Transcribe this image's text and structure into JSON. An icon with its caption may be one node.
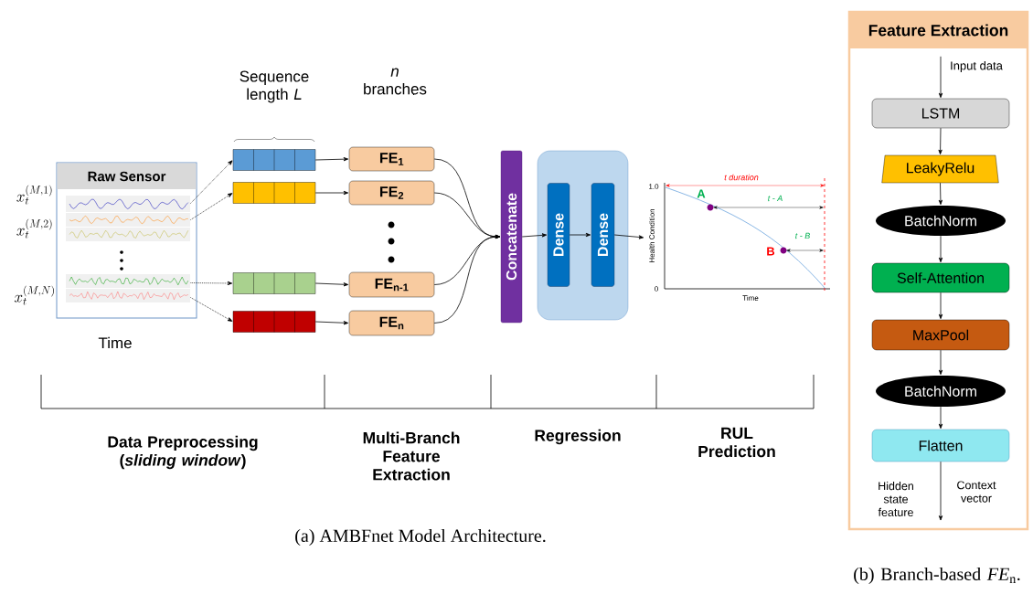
{
  "diagram": {
    "nodes": [
      {
        "text": [
          "Raw Sensor"
        ],
        "beside": [
          "x_t^{(M,1)}",
          "x_t^{(M,2)}",
          "x_t^{(M,N)}",
          "Time"
        ]
      },
      {
        "text": [],
        "shape": "bar"
      },
      {
        "text": [],
        "shape": "bar"
      },
      {
        "text": [],
        "shape": "bar"
      },
      {
        "text": [],
        "shape": "bar"
      },
      {
        "text": [
          "FE$_{1}$"
        ]
      },
      {
        "text": [
          "FE$_{2}$"
        ]
      },
      {
        "text": [
          "FE$_{n-1}$"
        ]
      },
      {
        "text": [
          "FE$_{n}$"
        ]
      },
      {
        "text": [
          "Concatenate"
        ]
      },
      {
        "text": [],
        "shape": "box"
      },
      {
        "text": [
          "Dense"
        ],
        "in": 10
      },
      {
        "text": [
          "Dense"
        ],
        "in": 10
      },
      {
        "text": [],
        "shape": "picture"
      },
      {
        "text": [
          "Feature Extraction"
        ]
      },
      {
        "text": [
          "LSTM"
        ],
        "in": 14
      },
      {
        "text": [
          "LeakyRelu"
        ],
        "in": 14
      },
      {
        "text": [
          "BatchNorm"
        ],
        "in": 14
      },
      {
        "text": [
          "Self-Attention"
        ],
        "in": 14
      },
      {
        "text": [
          "MaxPool"
        ],
        "in": 14
      },
      {
        "text": [
          "BatchNorm"
        ],
        "in": 14
      },
      {
        "text": [
          "Flatten"
        ],
        "in": 14
      }
    ],
    "edges": [
      {
        "from": 0,
        "to": 1,
        "arrow": "to",
        "style": "dashed"
      },
      {
        "from": 0,
        "to": 2,
        "arrow": "to",
        "style": "dashed"
      },
      {
        "from": 0,
        "to": 3,
        "arrow": "to",
        "style": "dashed"
      },
      {
        "from": 0,
        "to": 4,
        "arrow": "to",
        "style": "dashed"
      },
      {
        "from": 1,
        "to": 5,
        "arrow": "to"
      },
      {
        "from": 2,
        "to": 6,
        "arrow": "to"
      },
      {
        "from": 3,
        "to": 7,
        "arrow": "to"
      },
      {
        "from": 4,
        "to": 8,
        "arrow": "to"
      },
      {
        "from": 5,
        "to": 9,
        "arrow": "to"
      },
      {
        "from": 6,
        "to": 9,
        "arrow": "to"
      },
      {
        "from": 7,
        "to": 9,
        "arrow": "to"
      },
      {
        "from": 8,
        "to": 9,
        "arrow": "to"
      },
      {
        "from": 9,
        "to": 11,
        "arrow": "to"
      },
      {
        "from": 11,
        "to": 12,
        "arrow": "to"
      },
      {
        "from": 12,
        "to": 13,
        "arrow": "to"
      },
      {
        "from": null,
        "to": 15,
        "arrow": "to",
        "label": "Input data"
      },
      {
        "from": 15,
        "to": 16,
        "arrow": "to"
      },
      {
        "from": 16,
        "to": 17,
        "arrow": "to"
      },
      {
        "from": 17,
        "to": 18,
        "arrow": "to"
      },
      {
        "from": 18,
        "to": 19,
        "arrow": "to"
      },
      {
        "from": 19,
        "to": 20,
        "arrow": "to"
      },
      {
        "from": 20,
        "to": 21,
        "arrow": "to"
      },
      {
        "from": 21,
        "to": null,
        "arrow": "to"
      }
    ],
    "labels": [
      "Sequence length *L*",
      "*n* branches",
      "t duration",
      "1.0",
      "A",
      "t - A",
      "Health Condition",
      "t - B",
      "B",
      "0",
      "Time",
      "Data Preprocessing (*sliding window*)",
      "Multi-Branch Feature Extraction",
      "Regression",
      "RUL Prediction",
      "(a) AMBFnet Model Architecture.",
      "Hidden state feature",
      "Context vector",
      "(b) Branch-based *FE*$_{n}$."
    ]
  }
}
